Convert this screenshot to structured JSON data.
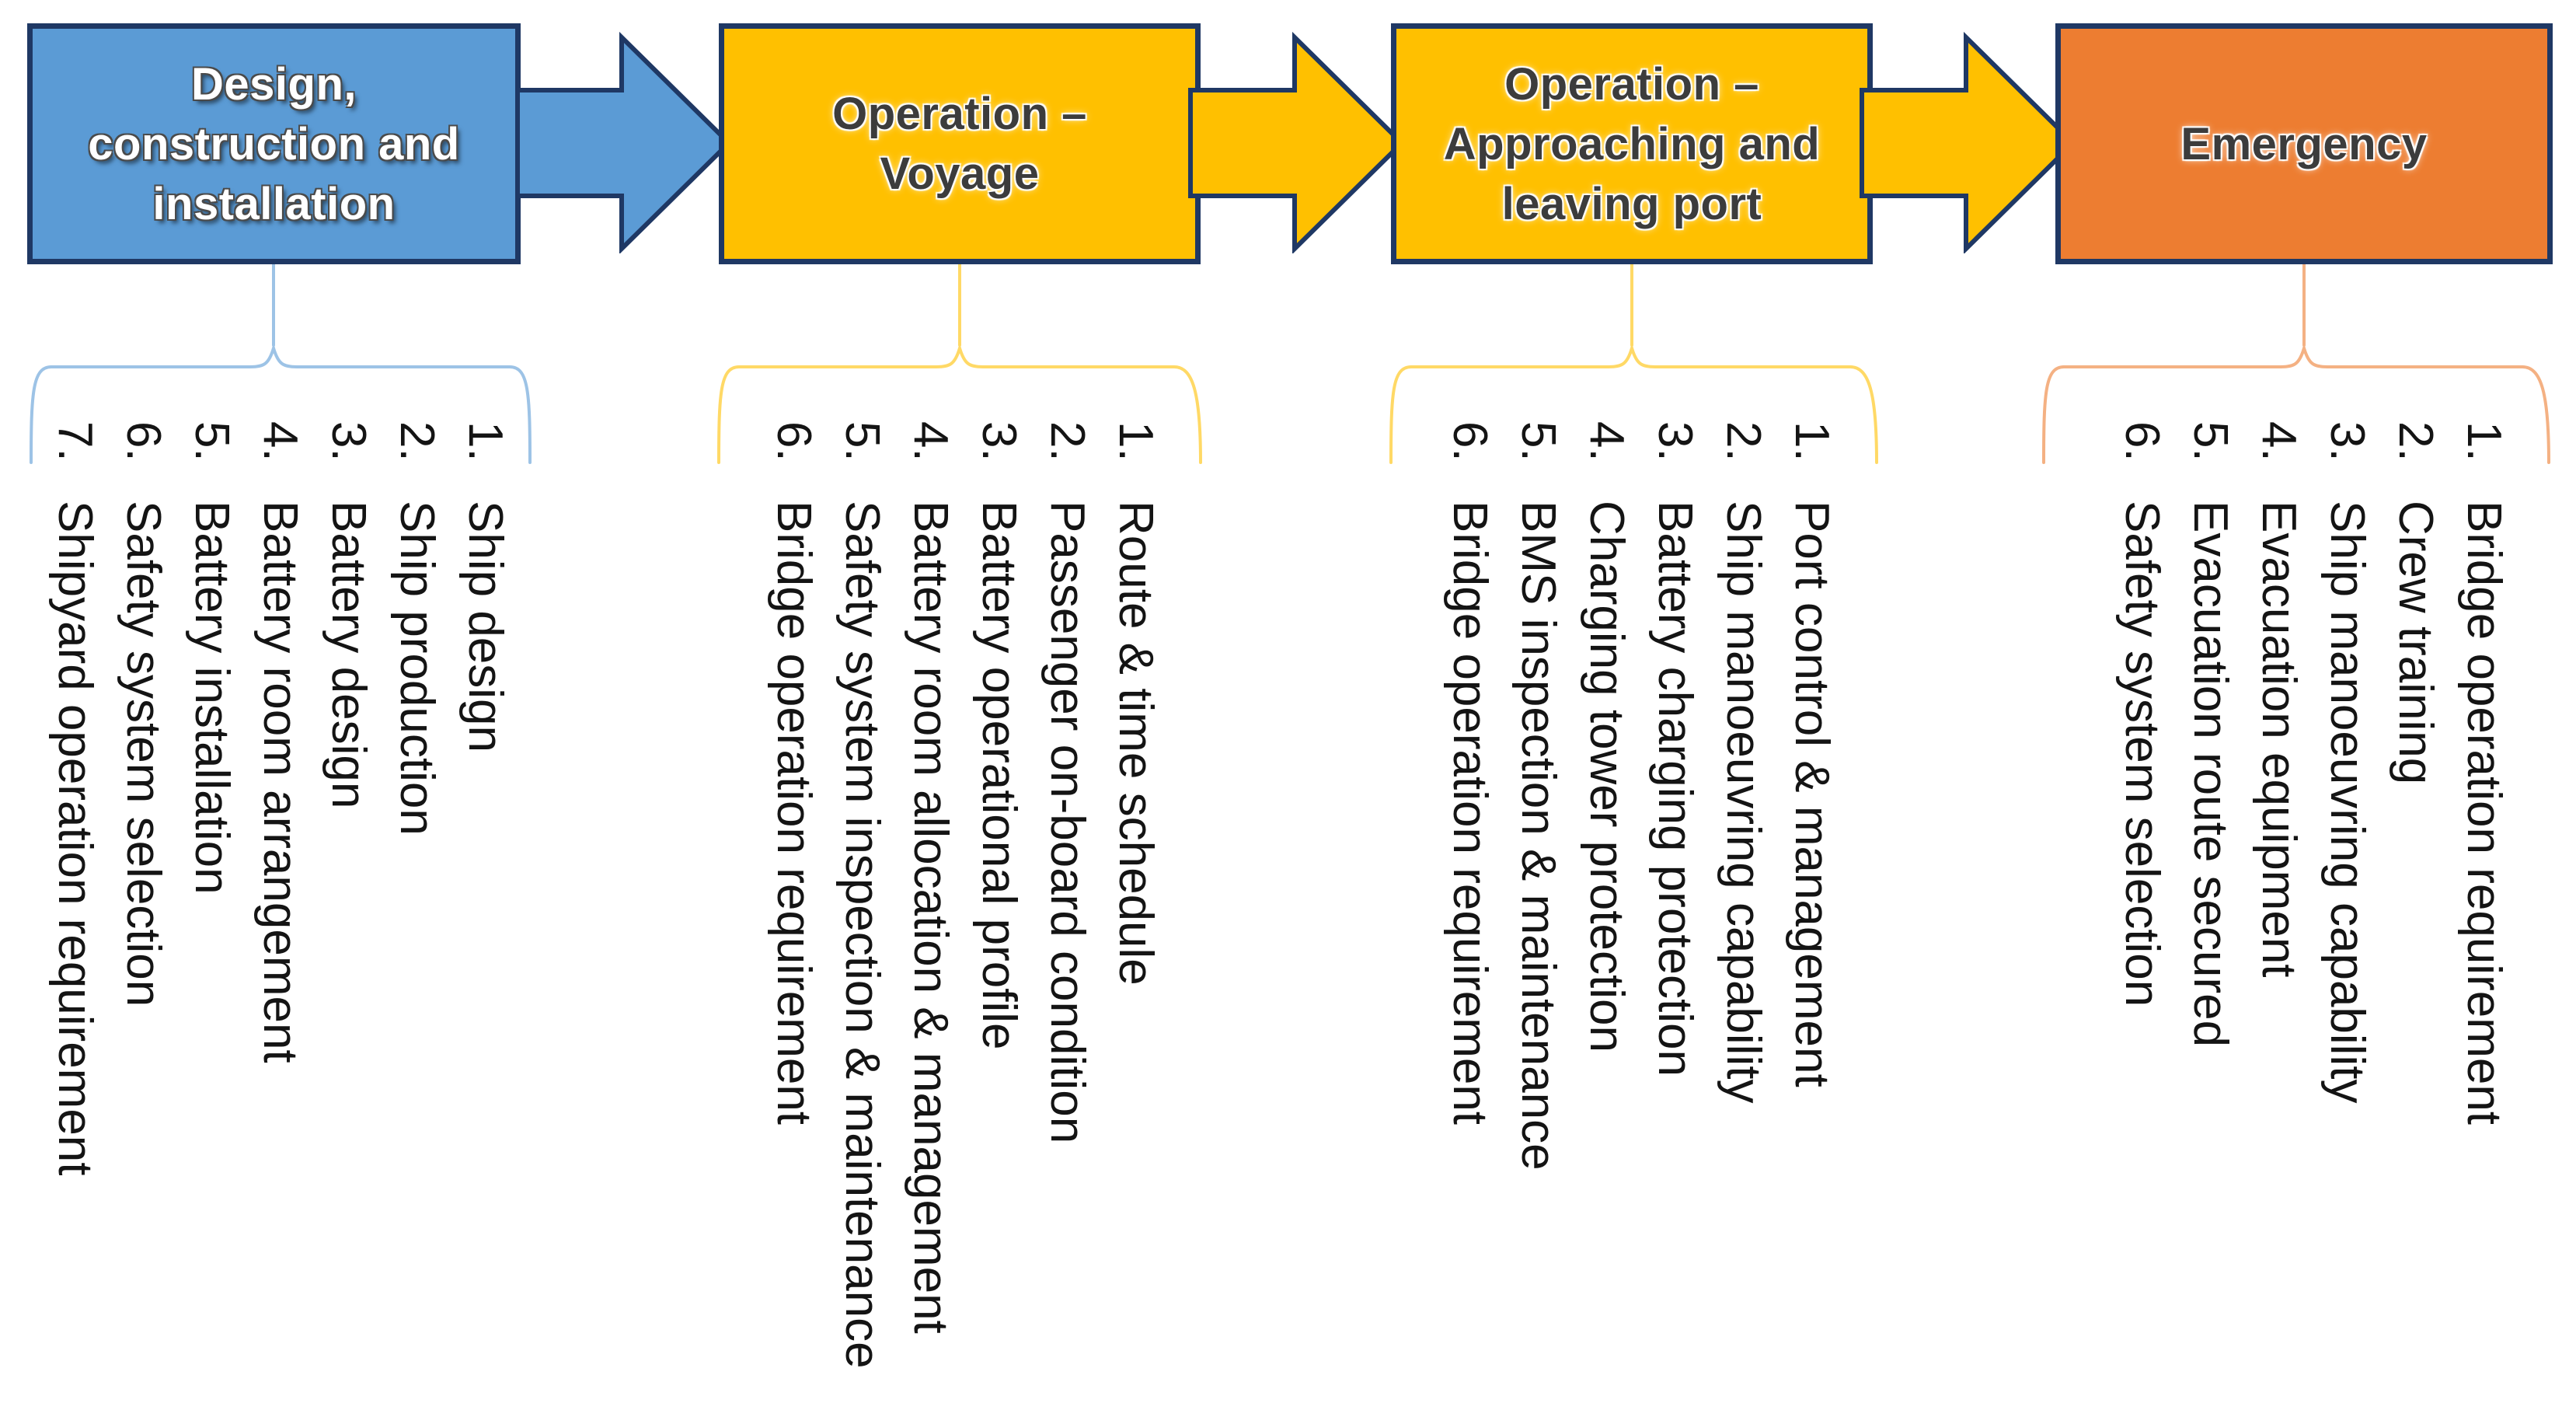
{
  "diagram": {
    "border_color": "#1F3864",
    "background": "#FFFFFF"
  },
  "stages": [
    {
      "title": "Design,\nconstruction and\ninstallation",
      "box_color": "#5B9BD5",
      "brace_color": "#9DC3E6",
      "items": [
        {
          "num": "1.",
          "text": "Ship design"
        },
        {
          "num": "2.",
          "text": "Ship production"
        },
        {
          "num": "3.",
          "text": "Battery design"
        },
        {
          "num": "4.",
          "text": "Battery room arrangement"
        },
        {
          "num": "5.",
          "text": "Battery installation"
        },
        {
          "num": "6.",
          "text": "Safety system selection"
        },
        {
          "num": "7.",
          "text": "Shipyard operation requirement"
        }
      ]
    },
    {
      "title": "Operation –\nVoyage",
      "box_color": "#FFC000",
      "brace_color": "#FFD966",
      "items": [
        {
          "num": "1.",
          "text": "Route & time schedule"
        },
        {
          "num": "2.",
          "text": "Passenger on-board condition"
        },
        {
          "num": "3.",
          "text": "Battery operational profile"
        },
        {
          "num": "4.",
          "text": "Battery room allocation & management"
        },
        {
          "num": "5.",
          "text": "Safety system inspection & maintenance"
        },
        {
          "num": "6.",
          "text": "Bridge operation requirement"
        }
      ]
    },
    {
      "title": "Operation –\nApproaching and\nleaving port",
      "box_color": "#FFC000",
      "brace_color": "#FFD966",
      "items": [
        {
          "num": "1.",
          "text": "Port control & management"
        },
        {
          "num": "2.",
          "text": "Ship manoeuvring capability"
        },
        {
          "num": "3.",
          "text": "Battery charging protection"
        },
        {
          "num": "4.",
          "text": "Charging tower protection"
        },
        {
          "num": "5.",
          "text": "BMS inspection & maintenance"
        },
        {
          "num": "6.",
          "text": "Bridge operation requirement"
        }
      ]
    },
    {
      "title": "Emergency",
      "box_color": "#ED7D31",
      "brace_color": "#F4B183",
      "items": [
        {
          "num": "1.",
          "text": "Bridge operation requirement"
        },
        {
          "num": "2.",
          "text": "Crew training"
        },
        {
          "num": "3.",
          "text": "Ship manoeuvring capability"
        },
        {
          "num": "4.",
          "text": "Evacuation equipment"
        },
        {
          "num": "5.",
          "text": "Evacuation route secured"
        },
        {
          "num": "6.",
          "text": "Safety system selection"
        }
      ]
    }
  ],
  "arrows": [
    {
      "color": "#5B9BD5"
    },
    {
      "color": "#FFC000"
    },
    {
      "color": "#FFC000"
    }
  ]
}
